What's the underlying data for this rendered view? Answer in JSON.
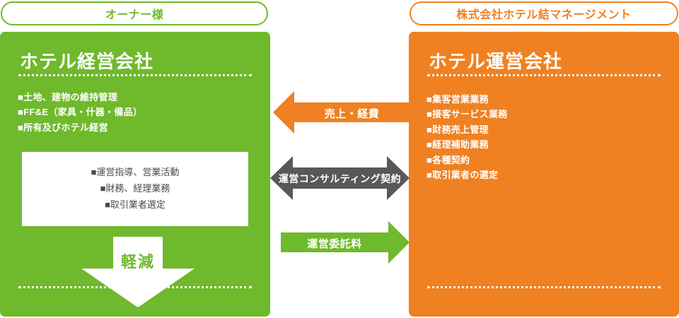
{
  "left": {
    "tab_label": "オーナー様",
    "panel_title": "ホテル経営会社",
    "bullets": [
      "■土地、建物の維持管理",
      "■FF&E（家具・什器・備品）",
      "■所有及びホテル経営"
    ],
    "inner_box": {
      "lines": [
        "■運営指導、営業活動",
        "■財務、経理業務",
        "■取引業者選定"
      ]
    },
    "down_arrow_label": "軽減",
    "accent_color": "#6FB92C"
  },
  "right": {
    "tab_label": "株式会社ホテル結マネージメント",
    "panel_title": "ホテル運営会社",
    "bullets": [
      "■集客営業業務",
      "■接客サービス業務",
      "■財務売上管理",
      "■経理補助業務",
      "■各種契約",
      "■取引業者の選定"
    ],
    "accent_color": "#EF8122"
  },
  "center_arrows": [
    {
      "label": "売上・経費",
      "direction": "left",
      "color": "#EF8122"
    },
    {
      "label": "運営コンサルティング契約",
      "direction": "both",
      "color": "#585856"
    },
    {
      "label": "運営委託料",
      "direction": "right",
      "color": "#6FB92C"
    }
  ]
}
